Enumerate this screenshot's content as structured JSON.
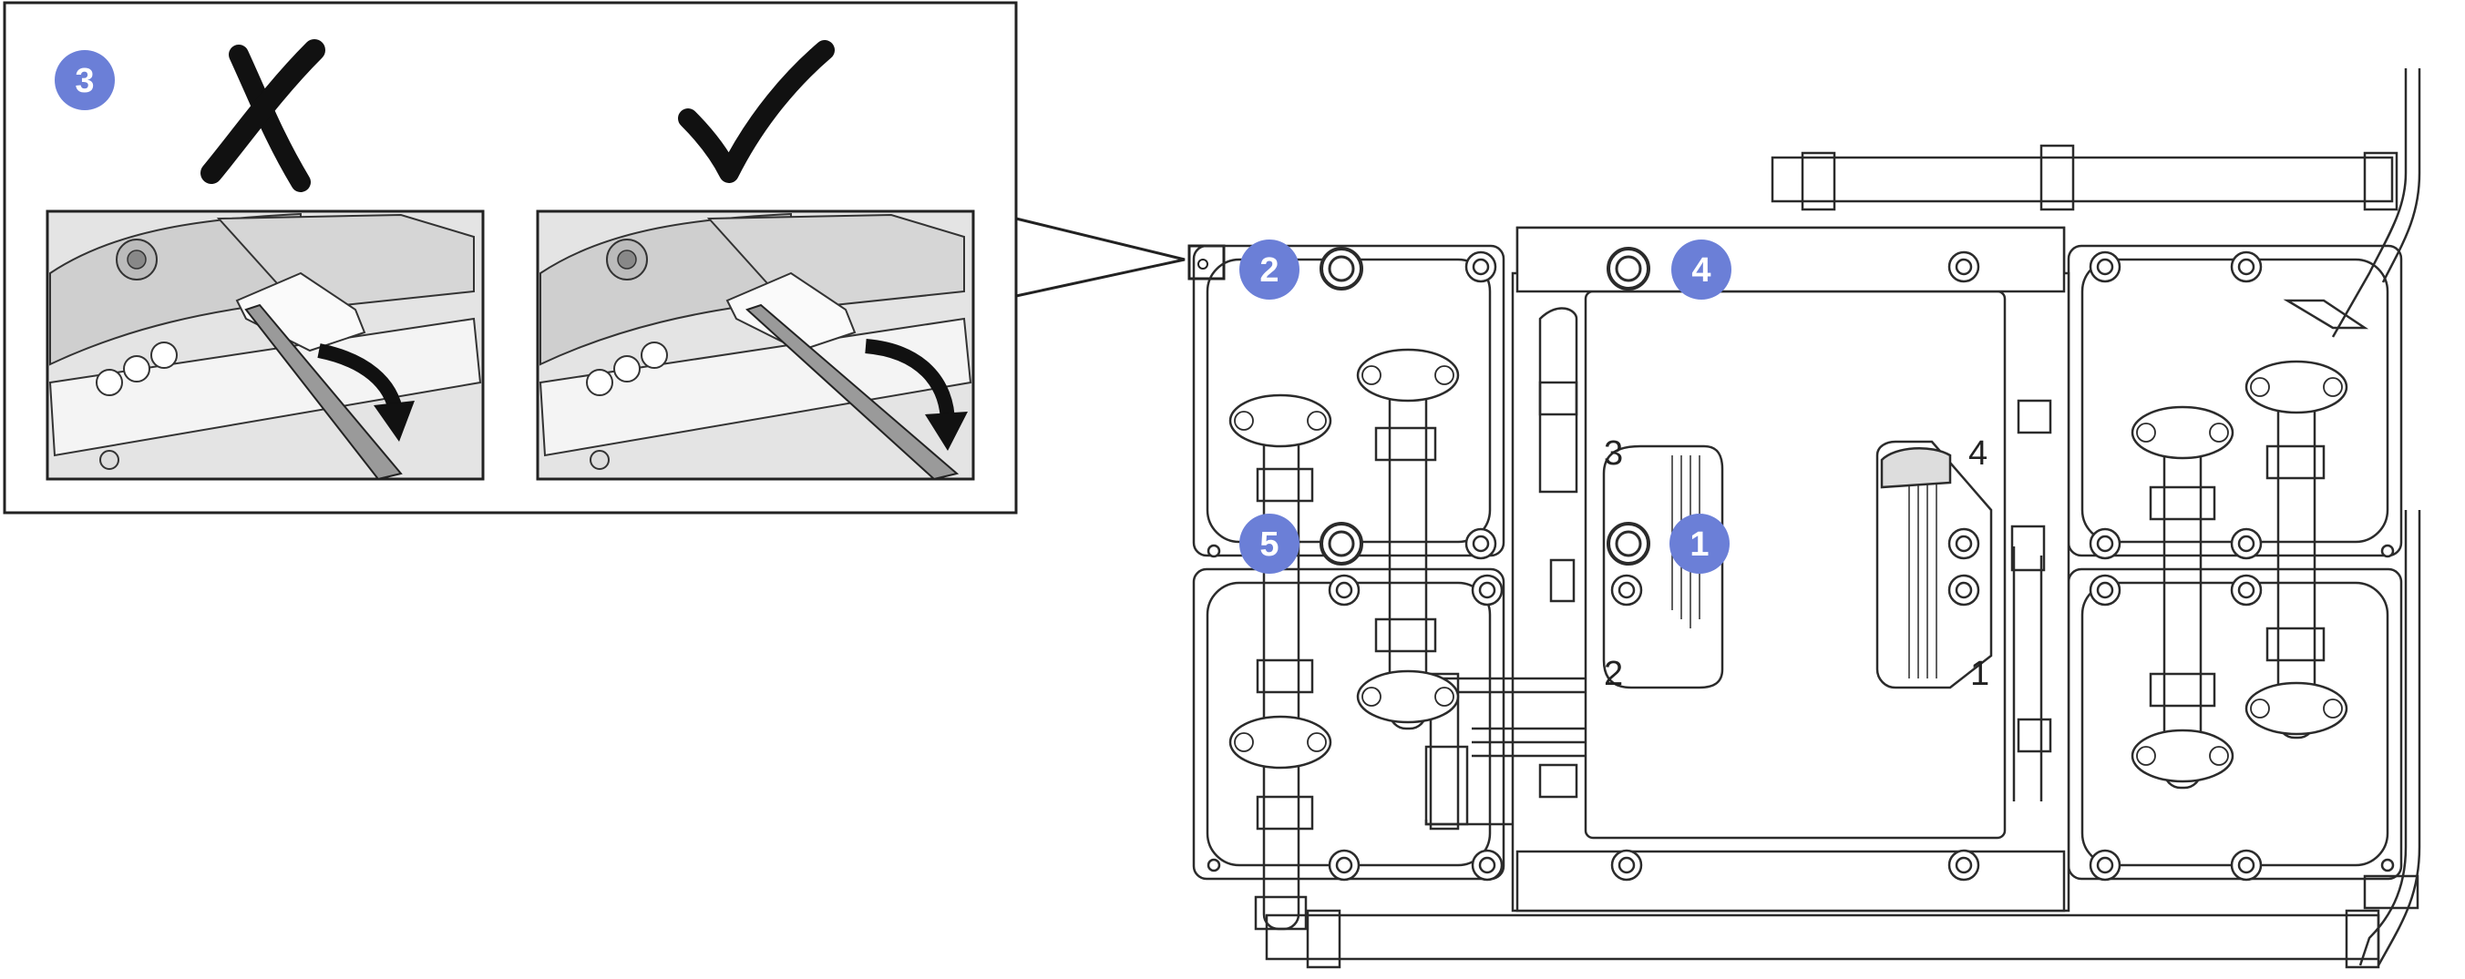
{
  "callouts": {
    "c1": "1",
    "c2": "2",
    "c3": "3",
    "c4": "4",
    "c5": "5"
  },
  "socket_labels": {
    "s3": "3",
    "s4": "4",
    "s2": "2",
    "s1": "1"
  },
  "inset": {
    "wrong_icon": "cross-mark-icon",
    "right_icon": "check-mark-icon"
  },
  "colors": {
    "callout_fill": "#6b7fd7",
    "callout_text": "#ffffff",
    "line": "#2b2b2b",
    "panel_gray": "#d9d9d9"
  }
}
